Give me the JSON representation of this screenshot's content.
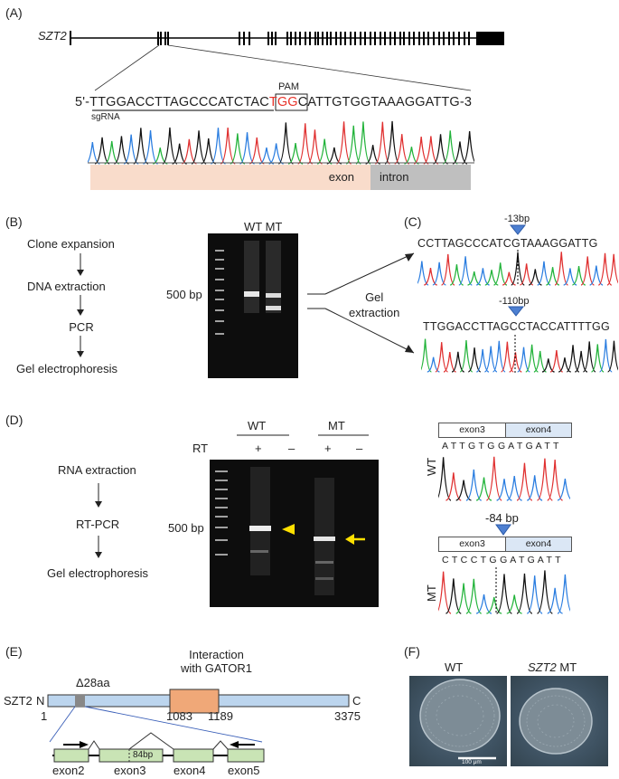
{
  "panel_a": {
    "label": "(A)",
    "gene": "SZT2",
    "sequence_prefix": "5'-",
    "sgrna_seq": "TTGGACCTTAGCCCATCTAC",
    "pam_seq": "TGG",
    "sequence_suffix": "CATTGTGGTAAAGGATTG-3",
    "sgrna_label": "sgRNA",
    "pam_label": "PAM",
    "exon_label": "exon",
    "intron_label": "intron"
  },
  "panel_b": {
    "label": "(B)",
    "steps": [
      "Clone expansion",
      "DNA extraction",
      "PCR",
      "Gel electrophoresis"
    ],
    "lanes": "WT MT",
    "marker": "500 bp",
    "gel_extraction": [
      "Gel",
      "extraction"
    ]
  },
  "panel_c": {
    "label": "(C)",
    "del1": "-13bp",
    "seq1": "CCTTAGCCCATCGTAAAGGATTG",
    "del2": "-110bp",
    "seq2": "TTGGACCTTAGCCTACCATTTTGG"
  },
  "panel_d": {
    "label": "(D)",
    "steps": [
      "RNA extraction",
      "RT-PCR",
      "Gel electrophoresis"
    ],
    "wt": "WT",
    "mt": "MT",
    "rt": "RT",
    "plus": "+",
    "minus": "–",
    "marker": "500 bp",
    "exon3": "exon3",
    "exon4": "exon4",
    "wt_seq": "A T T G T G G A T G A T T",
    "mt_seq": "C T C C T G G A T G A T T",
    "deletion": "-84 bp",
    "side_wt": "WT",
    "side_mt": "MT"
  },
  "panel_e": {
    "label": "(E)",
    "protein": "SZT2",
    "n_term": "N",
    "c_term": "C",
    "deletion": "Δ28aa",
    "interaction_line1": "Interaction",
    "interaction_line2": "with GATOR1",
    "pos_start": "1",
    "pos_1083": "1083",
    "pos_1189": "1189",
    "pos_end": "3375",
    "exons": [
      "exon2",
      "exon3",
      "exon4",
      "exon5"
    ],
    "bp": "84bp"
  },
  "panel_f": {
    "label": "(F)",
    "wt": "WT",
    "mt_gene": "SZT2",
    "mt_suffix": " MT",
    "scale": "100 μm"
  },
  "colors": {
    "exon_band": "#f9dccb",
    "intron_band": "#bfbfbf",
    "pam_red": "#e8332a",
    "protein_blue": "#bcd5ee",
    "gator_orange": "#f0a878",
    "exon_green": "#c9e4b5",
    "arrow_blue": "#4d7fd1",
    "arrow_yellow": "#ffe000"
  }
}
